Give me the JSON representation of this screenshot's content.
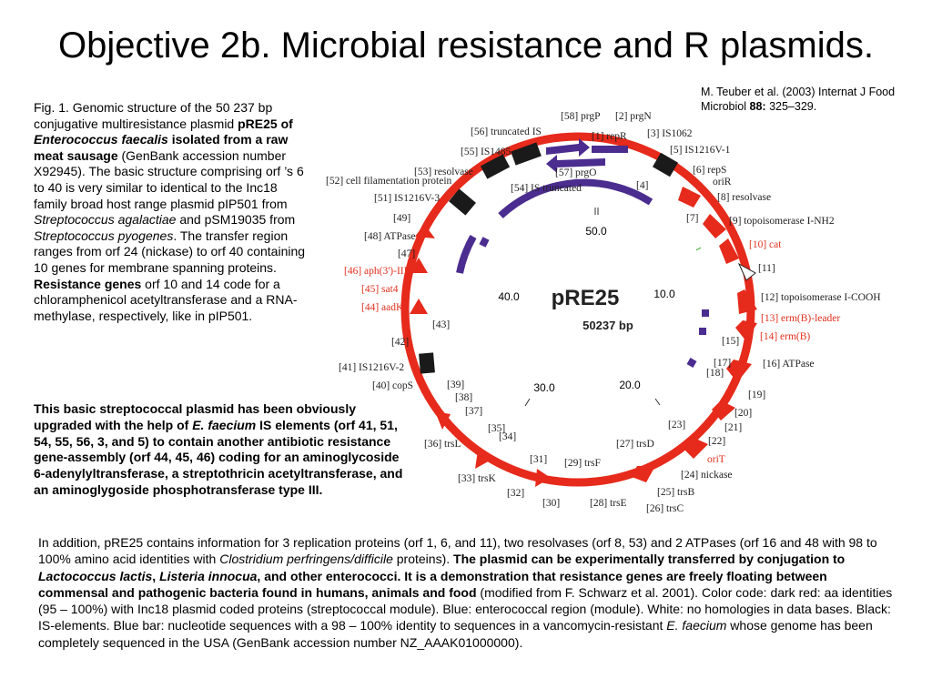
{
  "title": "Objective 2b. Microbial resistance and R plasmids.",
  "reference": {
    "authors": "M. Teuber et al. (2003) Internat J Food Microbiol",
    "volume": "88:",
    "pages": "325–329."
  },
  "figure_caption": {
    "p1": "Fig. 1. Genomic structure of the 50 237 bp conjugative multiresistance plasmid ",
    "b1": "pRE25 of ",
    "bi1": "Enterococcus faecalis",
    "b2": " isolated from a raw meat sausage",
    "p2": " (GenBank accession number X92945). The basic structure comprising orf ’s 6 to 40 is very similar to identical to the Inc18 family broad host range plasmid pIP501 from ",
    "i1": "Streptococcus agalactiae",
    "p3": " and pSM19035 from ",
    "i2": "Streptococcus pyogenes",
    "p4": ". The transfer region ranges from orf 24 (nickase) to orf 40 containing 10 genes for membrane spanning proteins. ",
    "b3": "Resistance genes",
    "p5": " orf 10 and 14 code for a chloramphenicol acetyltransferase and a RNA-methylase, respectively, like in pIP501."
  },
  "upgrade_note": {
    "t1": "This basic streptococcal plasmid has been obviously upgraded with the help of ",
    "i1": "E. faecium",
    "t2": " IS elements (orf 41, 51, 54, 55, 56, 3, and 5) to contain another antibiotic resistance gene-assembly (orf 44, 45, 46) coding for an aminoglycoside 6-adenylyltransferase, a streptothricin acetyltransferase, and an aminoglygoside phosphotransferase type III."
  },
  "bottom_text": {
    "t1": "In addition, pRE25 contains information for 3 replication proteins (orf 1, 6, and 11), two resolvases (orf 8, 53) and 2 ATPases (orf 16 and 48 with 98 to 100% amino acid identities with ",
    "i1": "Clostridium perfringens/difficile",
    "t2": " proteins). ",
    "b1": "The plasmid can be experimentally transferred by conjugation to ",
    "bi1": "Lactococcus lactis",
    "b2": ", ",
    "bi2": "Listeria innocua",
    "b3": ", and other enterococci. It is a demonstration that resistance genes are freely floating between commensal and pathogenic bacteria found in humans, animals and food",
    "t3": " (modified from F. Schwarz et al. 2001). Color code: dark red: aa identities (95 – 100%) with Inc18 plasmid coded proteins (streptococcal module). Blue: enterococcal region (module). White: no homologies in data bases. Black: IS-elements. Blue bar: nucleotide sequences with a 98 – 100% identity to sequences in a vancomycin-resistant ",
    "i2": "E. faecium",
    "t4": " whose genome has been completely sequenced in the USA (GenBank accession number NZ_AAAK01000000)."
  },
  "plasmid_map": {
    "name": "pRE25",
    "size": "50237 bp",
    "scale": [
      "50.0",
      "10.0",
      "20.0",
      "30.0",
      "40.0"
    ],
    "colors": {
      "red": "#e62a1b",
      "blue": "#4b2c8f",
      "black": "#1a1a1a",
      "label_red": "#e0301e"
    },
    "genes": [
      {
        "label": "[58] prgP"
      },
      {
        "label": "[2] prgN"
      },
      {
        "label": "[56] truncated IS"
      },
      {
        "label": "[1] repR"
      },
      {
        "label": "[3] IS1062"
      },
      {
        "label": "[55] IS1485"
      },
      {
        "label": "[5] IS1216V-1"
      },
      {
        "label": "[53] resolvase"
      },
      {
        "label": "[57] prgO"
      },
      {
        "label": "[6] repS"
      },
      {
        "label": "oriR"
      },
      {
        "label": "[52] cell filamentation protein"
      },
      {
        "label": "[54] IS truncated"
      },
      {
        "label": "[4]"
      },
      {
        "label": "[8] resolvase"
      },
      {
        "label": "[51] IS1216V-3"
      },
      {
        "label": "[7]"
      },
      {
        "label": "[49]"
      },
      {
        "label": "[9] topoisomerase I-NH2"
      },
      {
        "label": "[48] ATPase"
      },
      {
        "label": "[10] cat"
      },
      {
        "label": "[47]"
      },
      {
        "label": "[46] aph(3')-III"
      },
      {
        "label": "[11]"
      },
      {
        "label": "[45] sat4"
      },
      {
        "label": "[12] topoisomerase I-COOH"
      },
      {
        "label": "[44] aadK"
      },
      {
        "label": "[13] erm(B)-leader"
      },
      {
        "label": "[43]"
      },
      {
        "label": "[14] erm(B)"
      },
      {
        "label": "[42]"
      },
      {
        "label": "[15]"
      },
      {
        "label": "[41] IS1216V-2"
      },
      {
        "label": "[17]"
      },
      {
        "label": "[16] ATPase"
      },
      {
        "label": "[18]"
      },
      {
        "label": "[40] copS"
      },
      {
        "label": "[39]"
      },
      {
        "label": "[19]"
      },
      {
        "label": "[38]"
      },
      {
        "label": "[37]"
      },
      {
        "label": "[20]"
      },
      {
        "label": "[35]"
      },
      {
        "label": "[34]"
      },
      {
        "label": "[23]"
      },
      {
        "label": "[21]"
      },
      {
        "label": "[36] trsL"
      },
      {
        "label": "[27] trsD"
      },
      {
        "label": "[22]"
      },
      {
        "label": "[31]"
      },
      {
        "label": "[29] trsF"
      },
      {
        "label": "oriT"
      },
      {
        "label": "[33] trsK"
      },
      {
        "label": "[24] nickase"
      },
      {
        "label": "[32]"
      },
      {
        "label": "[25] trsB"
      },
      {
        "label": "[30]"
      },
      {
        "label": "[28] trsE"
      },
      {
        "label": "[26] trsC"
      }
    ]
  }
}
